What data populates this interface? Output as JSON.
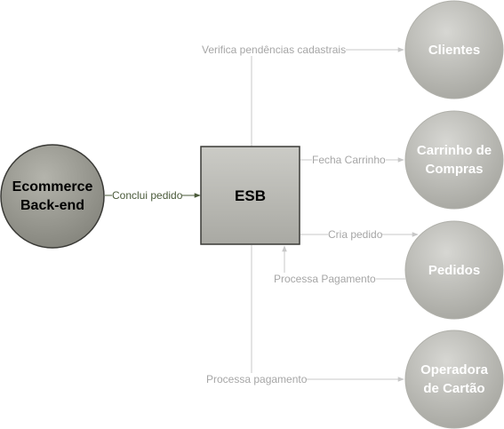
{
  "nodes": {
    "ecommerce": {
      "label": "Ecommerce\nBack-end"
    },
    "esb": {
      "label": "ESB"
    },
    "clientes": {
      "label": "Clientes"
    },
    "carrinho": {
      "label": "Carrinho de\nCompras"
    },
    "pedidos": {
      "label": "Pedidos"
    },
    "operadora": {
      "label": "Operadora\nde Cartão"
    }
  },
  "edges": {
    "conclui_pedido": "Conclui pedido",
    "verifica_pendencias": "Verifica pendências cadastrais",
    "fecha_carrinho": "Fecha Carrinho",
    "cria_pedido": "Cria pedido",
    "processa_pagamento_pedidos": "Processa Pagamento",
    "processa_pagamento_operadora": "Processa pagamento"
  },
  "colors": {
    "faded_node_fill": "#b3b3ae",
    "dark_node_fill": "#8f8f86",
    "faded_line": "#c8c8c8",
    "active_line": "#4a5a3a"
  }
}
